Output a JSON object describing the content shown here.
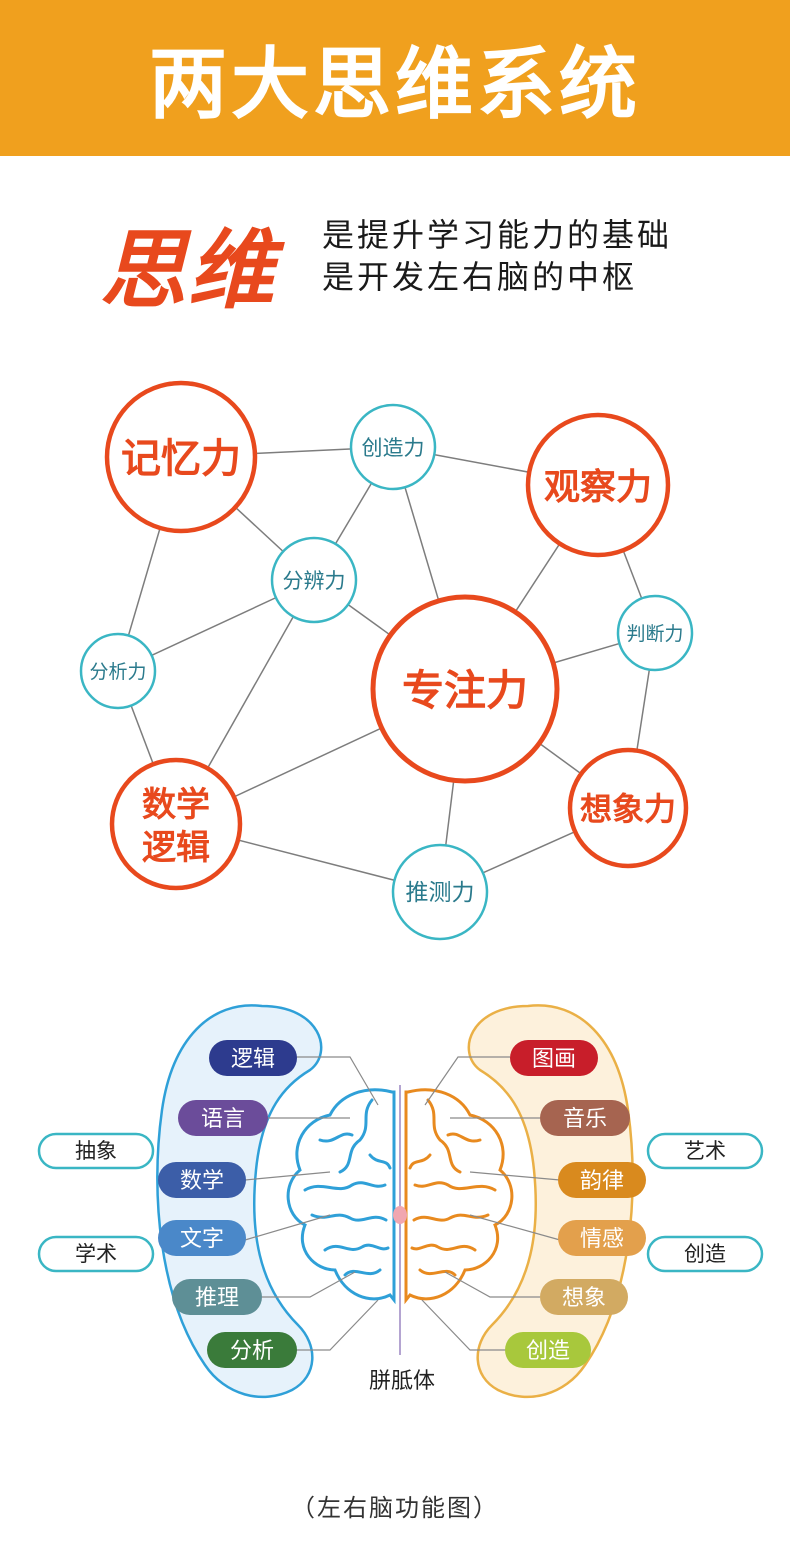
{
  "header": {
    "title": "两大思维系统"
  },
  "tagline": {
    "big": "思维",
    "line1": "是提升学习能力的基础",
    "line2": "是开发左右脑的中枢"
  },
  "network": {
    "big_nodes": {
      "memory": "记忆力",
      "observation": "观察力",
      "focus": "专注力",
      "math_line1": "数学",
      "math_line2": "逻辑",
      "imagination": "想象力"
    },
    "small_nodes": {
      "creativity": "创造力",
      "discrimination": "分辨力",
      "analysis": "分析力",
      "judgment": "判断力",
      "inference": "推测力"
    }
  },
  "brain": {
    "left_pills": [
      "逻辑",
      "语言",
      "数学",
      "文字",
      "推理",
      "分析"
    ],
    "right_pills": [
      "图画",
      "音乐",
      "韵律",
      "情感",
      "想象",
      "创造"
    ],
    "left_outer": [
      "抽象",
      "学术"
    ],
    "right_outer": [
      "艺术",
      "创造"
    ],
    "center_label": "胼胝体"
  },
  "caption": "（左右脑功能图）",
  "colors": {
    "header_bg": "#f0a01e",
    "accent_red": "#e8491d",
    "small_ring": "#3ab6c4",
    "left_bg": "#e6f2fb",
    "left_border": "#2fa0d8",
    "right_bg": "#fdf1dc",
    "right_border": "#eab046"
  }
}
